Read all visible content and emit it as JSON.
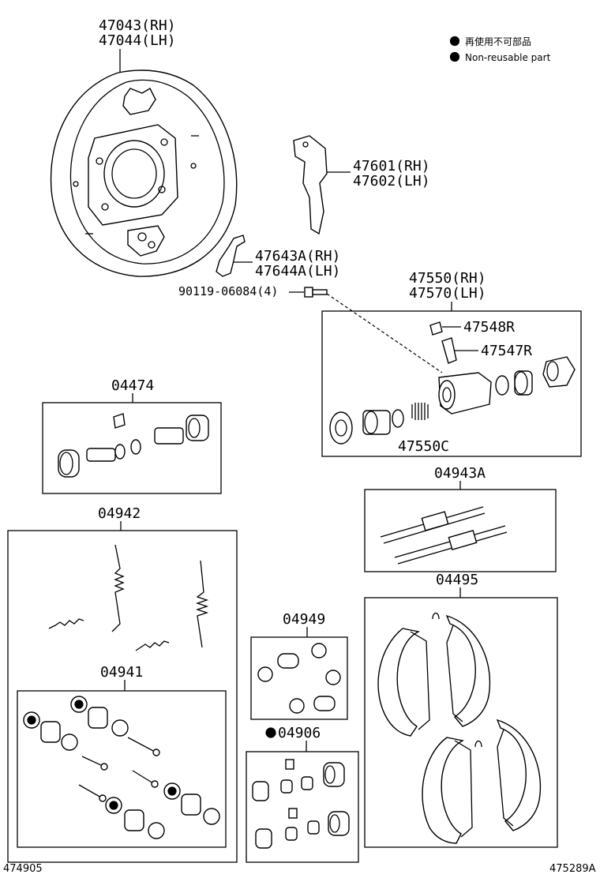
{
  "legend": {
    "jp": "再使用不可部品",
    "en": "Non-reusable part"
  },
  "labels": {
    "backing_plate_rh": "47043(RH)",
    "backing_plate_lh": "47044(LH)",
    "lever_rh": "47601(RH)",
    "lever_lh": "47602(LH)",
    "bracket_rh": "47643A(RH)",
    "bracket_lh": "47644A(LH)",
    "bolt": "90119-06084(4)",
    "cylinder_rh": "47550(RH)",
    "cylinder_lh": "47570(LH)",
    "bleeder_cap": "47548R",
    "bleeder_plug": "47547R",
    "cylinder_kit": "47550C",
    "kit_04474": "04474",
    "kit_04943A": "04943A",
    "kit_04942": "04942",
    "kit_04495": "04495",
    "kit_04949": "04949",
    "kit_04941": "04941",
    "kit_04906": "04906"
  },
  "footer": {
    "left_code": "474905",
    "right_code": "475289A"
  }
}
